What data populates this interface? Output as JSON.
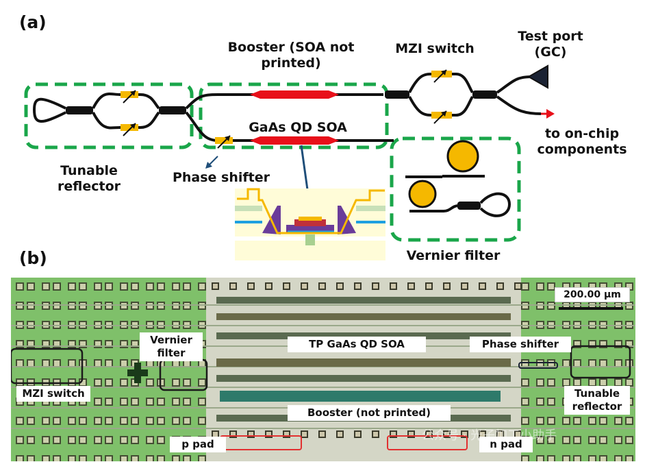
{
  "panel_a": {
    "tag": "(a)",
    "labels": {
      "booster": "Booster (SOA not printed)",
      "mzi_switch": "MZI switch",
      "test_port": "Test port (GC)",
      "gaas_soa": "GaAs QD SOA",
      "to_onchip": "to on-chip components",
      "tunable_reflector": "Tunable reflector",
      "phase_shifter": "Phase shifter",
      "vernier_filter": "Vernier filter"
    }
  },
  "panel_b": {
    "tag": "(b)",
    "scale_bar": "200.00 μm",
    "labels": {
      "vernier_filter": "Vernier filter",
      "tp_soa": "TP GaAs QD SOA",
      "phase_shifter": "Phase shifter",
      "mzi_switch": "MZI switch",
      "tunable_reflector": "Tunable reflector",
      "booster": "Booster (not printed)",
      "p_pad": "p pad",
      "n_pad": "n pad"
    },
    "watermark": "公众号 · 光子加工小助手"
  },
  "colors": {
    "waveguide": "#111111",
    "soa": "#e8101a",
    "heater": "#f5b800",
    "box": "#1aa64a",
    "ring": "#f5b800",
    "arrow": "#e8101a",
    "chip_green": "#7fc06a",
    "pad_outline": "#e23030"
  }
}
